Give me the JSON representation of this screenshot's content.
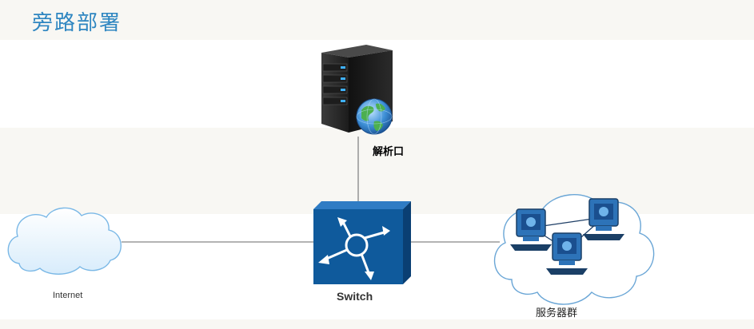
{
  "header": {
    "title": "旁路部署"
  },
  "nodes": {
    "analysis_port": "解析口",
    "internet": "Internet",
    "switch": "Switch",
    "server_group": "服务器群"
  },
  "colors": {
    "title": "#2e86c1",
    "switch_fill": "#0f5a9c",
    "band": "#f8f7f3",
    "link": "#9a9a9a"
  }
}
